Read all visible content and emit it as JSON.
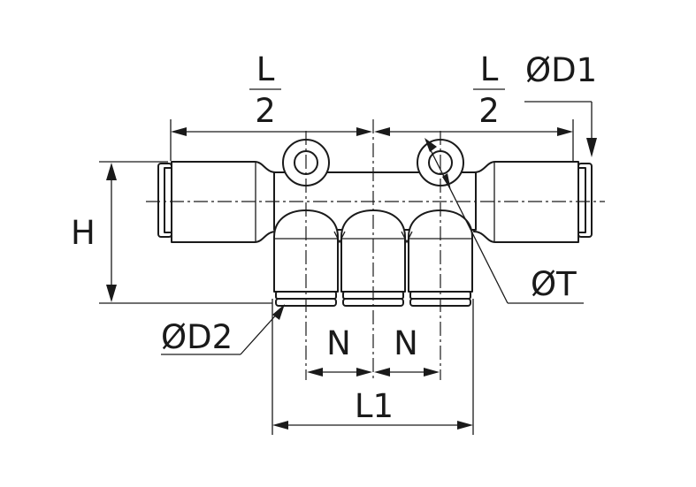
{
  "dimensions": {
    "half_length_left": {
      "numerator": "L",
      "denominator": "2"
    },
    "half_length_right": {
      "numerator": "L",
      "denominator": "2"
    },
    "tube_outer_diameter": "ØD1",
    "height": "H",
    "mounting_hole_diameter": "ØT",
    "branch_tube_diameter": "ØD2",
    "branch_pitch_left": "N",
    "branch_pitch_right": "N",
    "branch_overall_length": "L1"
  }
}
